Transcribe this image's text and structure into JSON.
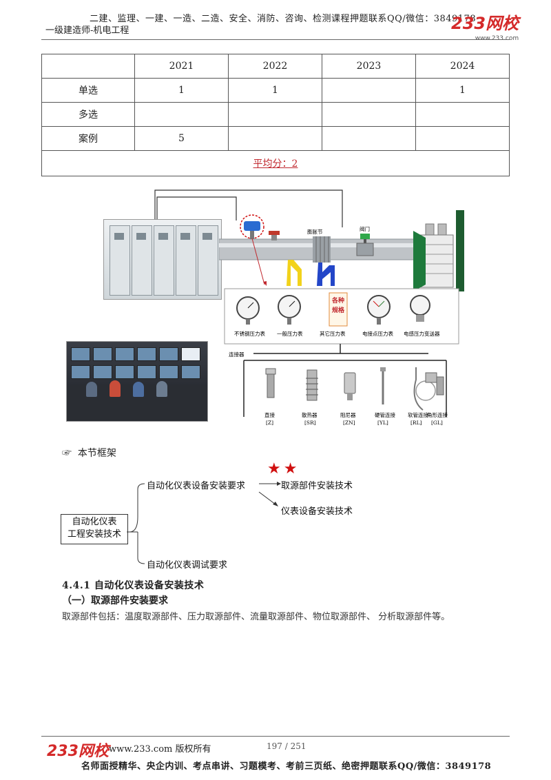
{
  "header": {
    "top_line": "二建、监理、一建、一造、二造、安全、消防、咨询、检测课程押题联系QQ/微信：3849178",
    "subtitle": "一级建造师-机电工程",
    "logo_num": "233",
    "logo_cn": "网校",
    "logo_url": "www.233.com"
  },
  "score_table": {
    "years": [
      "2021",
      "2022",
      "2023",
      "2024"
    ],
    "rows": [
      {
        "label": "单选",
        "values": [
          "1",
          "1",
          "",
          "1"
        ]
      },
      {
        "label": "多选",
        "values": [
          "",
          "",
          "",
          ""
        ]
      },
      {
        "label": "案例",
        "values": [
          "5",
          "",
          "",
          ""
        ]
      }
    ],
    "average": "平均分：2"
  },
  "figure": {
    "pipe_labels": [
      "膨胀节",
      "阀门"
    ],
    "gauges": [
      "不锈钢压力表",
      "一般压力表",
      "其它压力表",
      "电接点压力表",
      "电感压力变送器"
    ],
    "variety_text": "各种规格",
    "connector_title": "连接器",
    "connectors": [
      {
        "name": "直接",
        "code": "[Z]"
      },
      {
        "name": "散热器",
        "code": "[SR]"
      },
      {
        "name": "阻尼器",
        "code": "[ZN]"
      },
      {
        "name": "硬管连接",
        "code": "[YL]"
      },
      {
        "name": "软管连接",
        "code": "[RL]"
      },
      {
        "name": "角形连接",
        "code": "[GL]"
      }
    ]
  },
  "framework": {
    "heading": "本节框架",
    "stars": "★★",
    "root": "自动化仪表工程安装技术",
    "root_line1": "自动化仪表",
    "root_line2": "工程安装技术",
    "branch1": "自动化仪表设备安装要求",
    "branch1_child1": "取源部件安装技术",
    "branch1_child2": "仪表设备安装技术",
    "branch2": "自动化仪表调试要求"
  },
  "content": {
    "section": "4.4.1 自动化仪表设备安装技术",
    "subsection": "（一）取源部件安装要求",
    "paragraph": "取源部件包括：温度取源部件、压力取源部件、流量取源部件、物位取源部件、 分析取源部件等。"
  },
  "footer": {
    "site": "www.233.com 版权所有",
    "page": "197 / 251",
    "bottom_line": "名师面授精华、央企内训、考点串讲、习题模考、考前三页纸、绝密押题联系QQ/微信：3849178"
  },
  "colors": {
    "accent_red": "#c0272d",
    "pipe": "#b9bdc1",
    "support_yellow": "#f2d21b",
    "support_blue": "#2346c8",
    "valve_green": "#2fa84a",
    "wall_green": "#1e7a3c"
  }
}
